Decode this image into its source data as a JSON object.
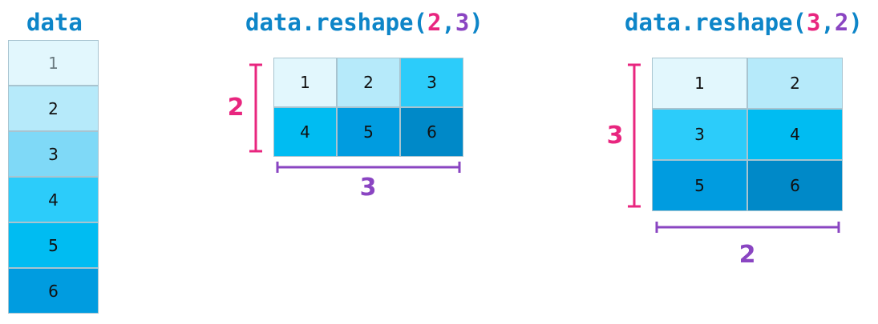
{
  "colors": {
    "title": "#0d85c8",
    "rows_dim": "#e8267f",
    "cols_dim": "#8a45c2",
    "grid_border": "#a8c4d0",
    "first_value_text": "#6a7a80",
    "shades": [
      "#e2f7fd",
      "#b6eafa",
      "#7fd9f7",
      "#2cccfa",
      "#00bcf2",
      "#009ce0",
      "#0089c8"
    ]
  },
  "panels": {
    "source": {
      "title": "data",
      "values": [
        "1",
        "2",
        "3",
        "4",
        "5",
        "6"
      ]
    },
    "reshape_2_3": {
      "title_prefix": "data.reshape(",
      "title_rows": "2",
      "title_sep": ",",
      "title_cols": "3",
      "title_suffix": ")",
      "rows_label": "2",
      "cols_label": "3",
      "values": [
        [
          "1",
          "2",
          "3"
        ],
        [
          "4",
          "5",
          "6"
        ]
      ]
    },
    "reshape_3_2": {
      "title_prefix": "data.reshape(",
      "title_rows": "3",
      "title_sep": ",",
      "title_cols": "2",
      "title_suffix": ")",
      "rows_label": "3",
      "cols_label": "2",
      "values": [
        [
          "1",
          "2"
        ],
        [
          "3",
          "4"
        ],
        [
          "5",
          "6"
        ]
      ]
    }
  }
}
